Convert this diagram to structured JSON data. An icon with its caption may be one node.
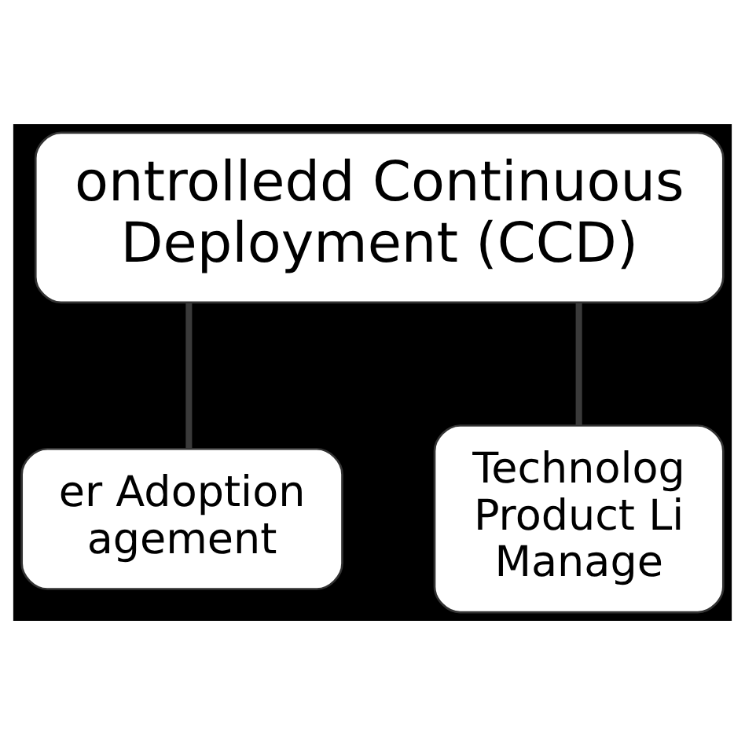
{
  "diagram": {
    "nodes": [
      {
        "text": [
          "ontrolledd Continuous Deployment (CCD)"
        ]
      },
      {
        "text": [
          "er Adoption agement"
        ]
      },
      {
        "text": [
          "Technolog Product Li Manage"
        ]
      }
    ],
    "edges": [
      {
        "from": 0,
        "to": 1,
        "arrow": "none"
      },
      {
        "from": 0,
        "to": 2,
        "arrow": "none"
      }
    ]
  }
}
